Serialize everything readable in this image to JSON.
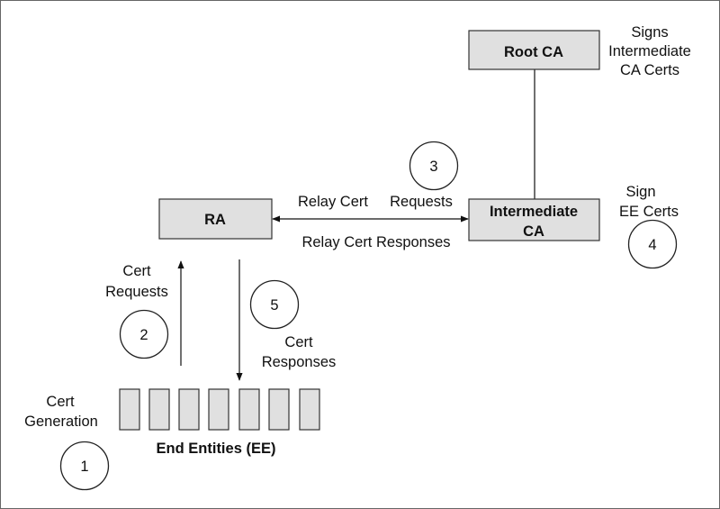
{
  "nodes": {
    "root_ca": "Root CA",
    "intermediate_ca": [
      "Intermediate",
      "CA"
    ],
    "ra": "RA",
    "end_entities": "End Entities (EE)"
  },
  "notes": {
    "root_signs": [
      "Signs",
      "Intermediate",
      "CA Certs"
    ],
    "ica_signs": [
      "Sign",
      "EE Certs"
    ],
    "cert_generation": [
      "Cert",
      "Generation"
    ],
    "cert_requests": [
      "Cert",
      "Requests"
    ],
    "cert_responses": [
      "Cert",
      "Responses"
    ],
    "relay_requests_a": "Relay Cert",
    "relay_requests_b": "Requests",
    "relay_responses": "Relay Cert Responses"
  },
  "steps": [
    "1",
    "2",
    "3",
    "4",
    "5"
  ],
  "colors": {
    "box_fill": "#e0e0e0",
    "stroke": "#333333",
    "text": "#111111"
  }
}
